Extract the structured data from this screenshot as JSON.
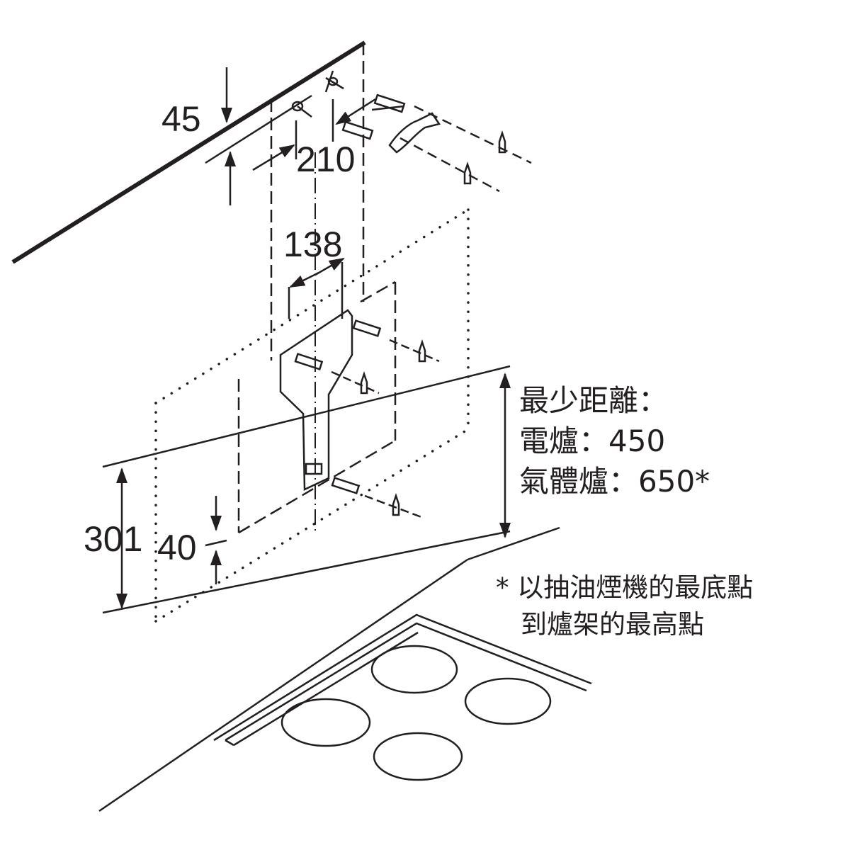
{
  "dimensions": {
    "wall_offset": "45",
    "hole_spacing": "210",
    "bracket_width": "138",
    "hood_height": "301",
    "lower_offset": "40"
  },
  "min_distance": {
    "title": "最少距離：",
    "electric": "電爐：450",
    "gas": "氣體爐：650*"
  },
  "footnote": {
    "line1": "* 以抽油煙機的最底點",
    "line2": "到爐架的最高點"
  }
}
